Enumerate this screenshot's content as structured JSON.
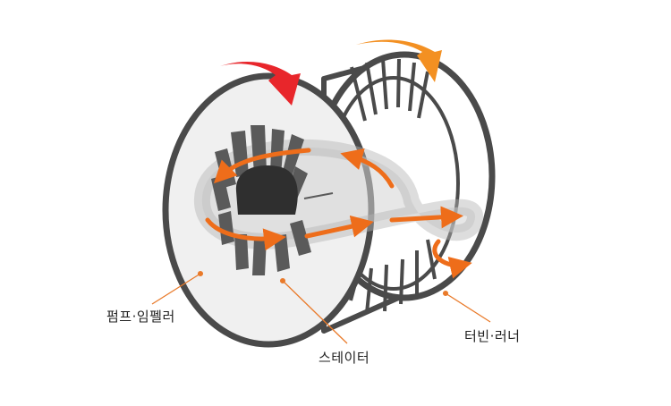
{
  "diagram": {
    "labels": {
      "pump_impeller": "펌프·임펠러",
      "stator": "스테이터",
      "turbine_runner": "터빈·러너"
    },
    "colors": {
      "outline": "#4a4a4a",
      "flow_arrow": "#ee6d1a",
      "input_arrow": "#e8262b",
      "output_arrow": "#f39022",
      "leader_line": "#e97a2a",
      "label_text": "#222222"
    }
  }
}
